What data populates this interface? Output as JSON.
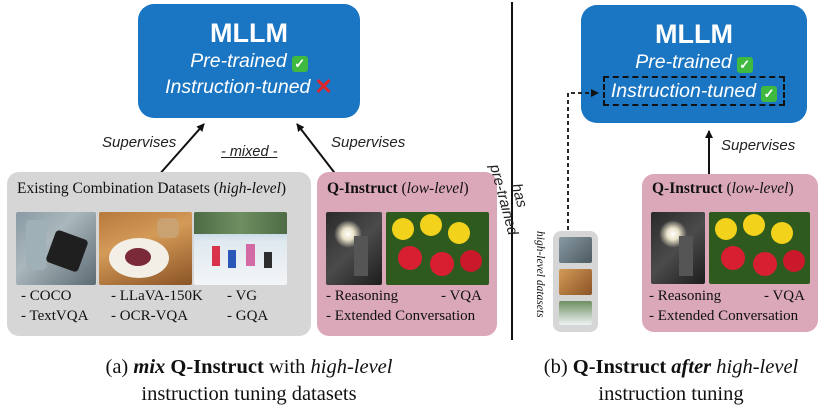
{
  "left": {
    "mllm": {
      "title": "MLLM",
      "line1": "Pre-trained",
      "line2": "Instruction-tuned"
    },
    "supervises_left": "Supervises",
    "supervises_right": "Supervises",
    "mixed_label": "- mixed -",
    "existing_panel": {
      "title_prefix": "Existing Combination Datasets (",
      "title_emph": "high-level",
      "title_suffix": ")",
      "items": [
        "- COCO",
        "- LLaVA-150K",
        "- VG",
        "- TextVQA",
        "- OCR-VQA",
        "- GQA"
      ]
    },
    "qinstruct_panel": {
      "title_bold": "Q-Instruct",
      "title_rest_open": " (",
      "title_emph": "low-level",
      "title_rest_close": ")",
      "items": [
        "- Reasoning",
        "- VQA",
        "- Extended Conversation"
      ]
    },
    "caption": {
      "label": "(a)",
      "emph": "mix",
      "bold": "Q-Instruct",
      "mid": "with",
      "it": "high-level",
      "line2": "instruction tuning datasets"
    }
  },
  "right": {
    "mllm": {
      "title": "MLLM",
      "line1": "Pre-trained",
      "line2": "Instruction-tuned"
    },
    "supervises": "Supervises",
    "has_pretrained_line1": "has",
    "has_pretrained_line2": "pre-trained",
    "highlevel_datasets_label": "high-level datasets",
    "qinstruct_panel": {
      "title_bold": "Q-Instruct",
      "title_rest_open": " (",
      "title_emph": "low-level",
      "title_rest_close": ")",
      "items": [
        "- Reasoning",
        "- VQA",
        "- Extended Conversation"
      ]
    },
    "caption": {
      "label": "(b)",
      "bold": "Q-Instruct",
      "emph": "after",
      "it": "high-level",
      "line2": "instruction tuning"
    }
  },
  "colors": {
    "mllm_blue": "#1a75c2",
    "gray_panel": "#d6d6d6",
    "pink_panel": "#dba8b9",
    "check_green": "#3fba3f",
    "cross_red": "#e0252a"
  }
}
